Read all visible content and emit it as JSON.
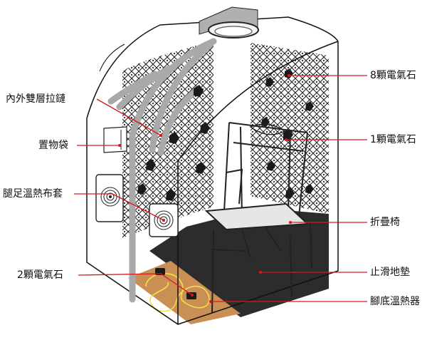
{
  "labels": {
    "zipper": "內外雙層拉鏈",
    "storage_bag": "置物袋",
    "leg_cover": "腿足溫熱布套",
    "stones_2": "2顆電氣石",
    "stones_8": "8顆電氣石",
    "stones_1": "1顆電氣石",
    "chair": "折疊椅",
    "mat": "止滑地墊",
    "foot_heater": "腳底溫熱器"
  },
  "colors": {
    "leader_line": "#d7191c",
    "outline": "#111111",
    "tube": "#a9a9a9",
    "mat": "#2c2c2c",
    "foot_heater": "#c98f54",
    "heater_coil": "#f2e04a",
    "stone": "#1a1a1a"
  }
}
